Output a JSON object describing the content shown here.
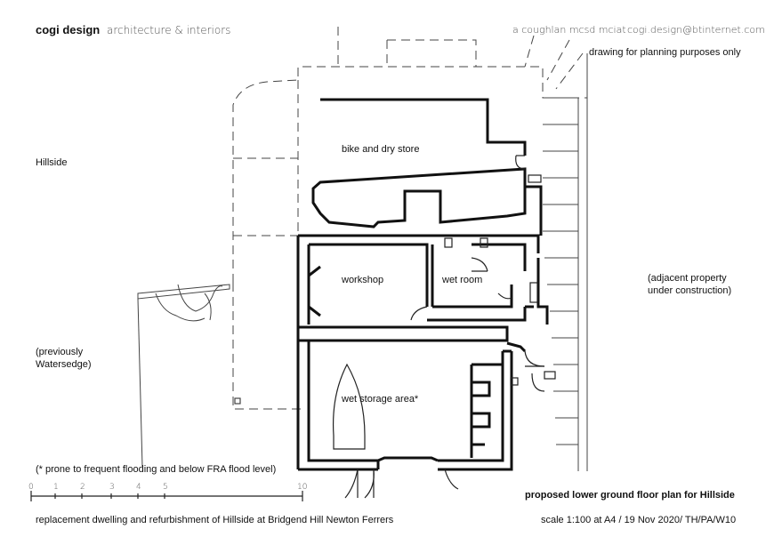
{
  "header": {
    "firm": "cogi design",
    "tagline": "architecture & interiors",
    "author": "a coughlan mcsd mciat",
    "email": "cogi.design@btinternet.com",
    "planning_note": "drawing for planning purposes only"
  },
  "labels": {
    "hillside": "Hillside",
    "previously_line1": "(previously",
    "previously_line2": "Watersedge)",
    "adjacent_line1": "(adjacent property",
    "adjacent_line2": "under construction)",
    "flood_note": "(* prone to frequent flooding and below FRA flood level)"
  },
  "rooms": {
    "bike_store": "bike and dry store",
    "workshop": "workshop",
    "wet_room": "wet room",
    "wet_storage": "wet storage area*"
  },
  "scale_bar": {
    "ticks": [
      "0",
      "1",
      "2",
      "3",
      "4",
      "5",
      "10"
    ]
  },
  "footer": {
    "plan_title": "proposed lower ground floor plan for Hillside",
    "project": "replacement dwelling and refurbishment of Hillside at Bridgend Hill Newton Ferrers",
    "scale_ref": "scale 1:100 at A4 / 19 Nov 2020/ TH/PA/W10"
  },
  "colors": {
    "ink": "#111111",
    "pencil": "#555555"
  }
}
